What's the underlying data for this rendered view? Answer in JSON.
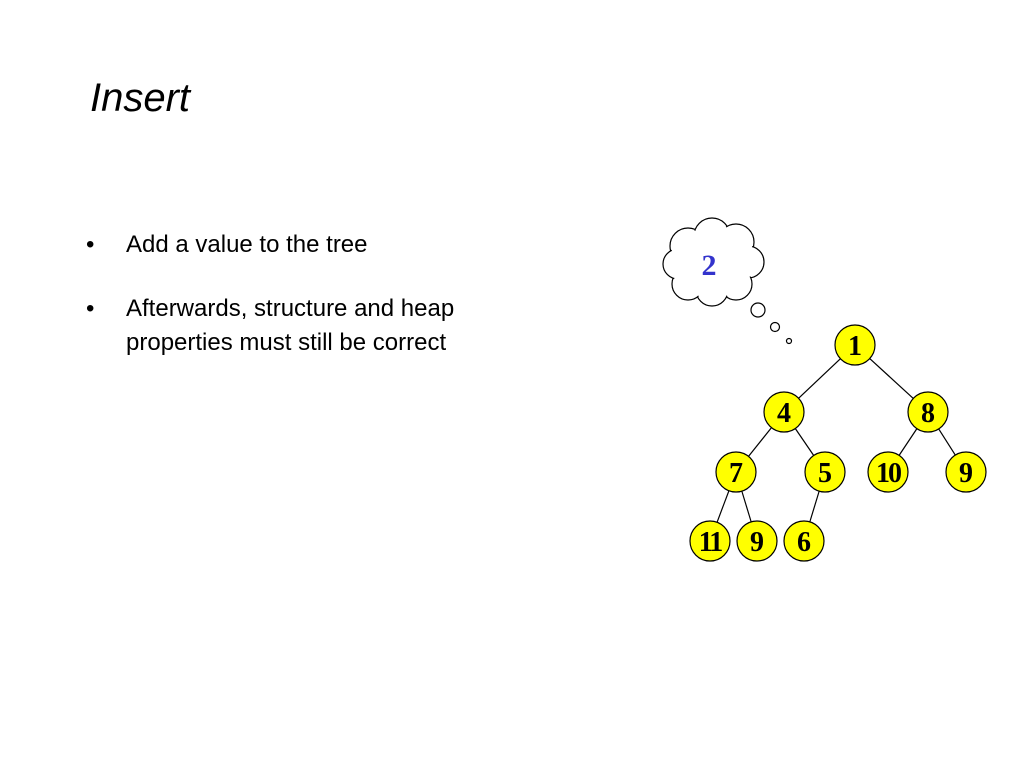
{
  "slide": {
    "title": "Insert",
    "bullets": [
      {
        "symbol": "•",
        "text": "Add a value to the tree"
      },
      {
        "symbol": "•",
        "text": "Afterwards, structure and heap properties must still be correct"
      }
    ]
  },
  "diagram": {
    "thought_value": "2",
    "colors": {
      "node_fill": "#ffff00",
      "node_stroke": "#000000",
      "thought_text": "#3333cc"
    },
    "nodes": [
      {
        "id": "n1",
        "label": "1"
      },
      {
        "id": "n4",
        "label": "4"
      },
      {
        "id": "n8",
        "label": "8"
      },
      {
        "id": "n7",
        "label": "7"
      },
      {
        "id": "n5",
        "label": "5"
      },
      {
        "id": "n10",
        "label": "10"
      },
      {
        "id": "n9a",
        "label": "9"
      },
      {
        "id": "n11",
        "label": "11"
      },
      {
        "id": "n9b",
        "label": "9"
      },
      {
        "id": "n6",
        "label": "6"
      }
    ],
    "edges": [
      [
        "n1",
        "n4"
      ],
      [
        "n1",
        "n8"
      ],
      [
        "n4",
        "n7"
      ],
      [
        "n4",
        "n5"
      ],
      [
        "n8",
        "n10"
      ],
      [
        "n8",
        "n9a"
      ],
      [
        "n7",
        "n11"
      ],
      [
        "n7",
        "n9b"
      ],
      [
        "n5",
        "n6"
      ]
    ]
  }
}
